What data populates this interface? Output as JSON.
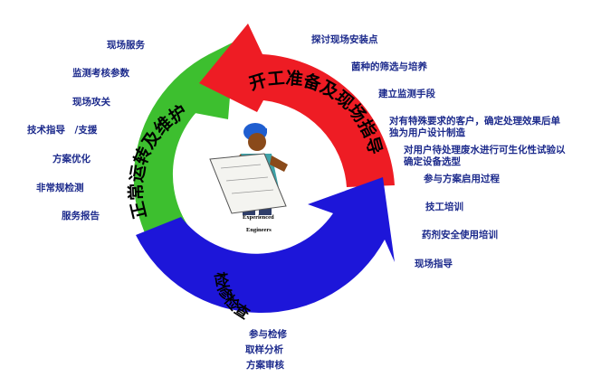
{
  "cycle": {
    "red_title": "开工准备及现场指导",
    "green_title": "正常运转及维护",
    "blue_title": "检修检查",
    "center_caption_line1": "Experienced",
    "center_caption_line2": "Engineers",
    "colors": {
      "red": "#ee1c24",
      "green": "#3dbf2f",
      "blue": "#1d16d9",
      "label": "#1c2a8c"
    }
  },
  "left_labels": [
    "现场服务",
    "监测考核参数",
    "现场攻关",
    "技术指导　/支援",
    "方案优化",
    "非常规检测",
    "服务报告"
  ],
  "right_labels": [
    "探讨现场安装点",
    "菌种的筛选与培养",
    "建立监测手段",
    "对有特殊要求的客户，确定处理效果后单独为用户设计制造",
    "对用户待处理废水进行可生化性试验以确定设备选型",
    "参与方案启用过程",
    "技工培训",
    "药剂安全使用培训",
    "现场指导"
  ],
  "bottom_labels": [
    "参与检修",
    "取样分析",
    "方案审核"
  ]
}
